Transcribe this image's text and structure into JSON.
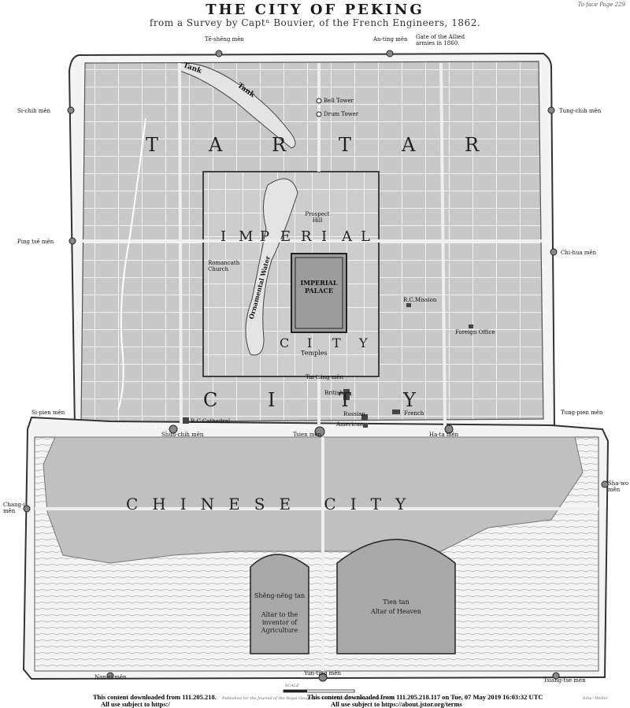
{
  "header": {
    "title": "THE CITY OF PEKING",
    "subtitle": "from a Survey by Captⁿ Bouvier, of the French Engineers, 1862.",
    "ref": "To face Page 229"
  },
  "regions": {
    "tartar_letters": [
      "T",
      "A",
      "R",
      "T",
      "A",
      "R"
    ],
    "imperial_letters": [
      "I",
      "M",
      "P",
      "E",
      "R",
      "I",
      "A",
      "L"
    ],
    "city_inner_letters": [
      "C",
      "I",
      "T",
      "Y"
    ],
    "city_lower_letters": [
      "C",
      "I",
      "T",
      "Y"
    ],
    "chinese": "CHINESE   CITY"
  },
  "labels": {
    "te_sheng_men": "Tĕ-shĕng mên",
    "an_ting_men": "An-ting mên",
    "gate_allied": "Gate of the Allied",
    "gate_allied2": "armies in 1860.",
    "si_chih_men": "Si-chih mên",
    "tung_chih_men": "Tung-chih mên",
    "ping_tse_men": "Ping tsĕ mên",
    "chi_hua_men": "Chi-hua mên",
    "si_pien_men": "Si-pien mên",
    "tung_pien_men": "Tung-pien mên",
    "chang_i_men": "Chang-i mên",
    "sha_wo_men": "Sha-wo mên",
    "nan_si_men": "Nan-si mên",
    "yun_ting_men": "Yun-ting mên",
    "tsiang_tse_men": "Tsiang-tsĕ mên",
    "shun_chih_men": "Shun-chih mên",
    "tsien_men": "Tsien mên",
    "ha_ta_men": "Ha-ta mên",
    "tai_tsing_men": "Tai-tsing mên",
    "bell_tower": "Bell Tower",
    "drum_tower": "Drum Tower",
    "tank": "Tank",
    "tank2": "Tank",
    "prospect_hill": "Prospect Hill",
    "ornamental_water": "Ornamental Water",
    "romancath": "Romancath Church",
    "imperial_palace": "IMPERIAL PALACE",
    "temples": "Temples",
    "rc_mission": "R.C.Mission",
    "foreign_office": "Foreign Office",
    "rc_cathedral": "R.C.Cathedral",
    "british": "British",
    "russian": "Russian",
    "american": "American",
    "french": "French",
    "sheng_neng": "Shĕng-nĕng tan",
    "altar_inventor": "Altar to the inventor of Agriculture",
    "tien_tan": "Tien tan",
    "altar_heaven": "Altar of Heaven",
    "scale": "SCALE",
    "publisher": "Published for the Journal of the Royal Geographical Society by J.Murray, Albemarle St.",
    "engraver": "Edw.ᵈ Weller"
  },
  "footer": {
    "left1": "This content downloaded from 111.205.218.",
    "left2": "All use subject to https:/",
    "right1": "This content downloaded from 111.205.218.117 on Tue, 07 May 2019 16:03:32 UTC",
    "right2": "All use subject to https://about.jstor.org/terms"
  }
}
